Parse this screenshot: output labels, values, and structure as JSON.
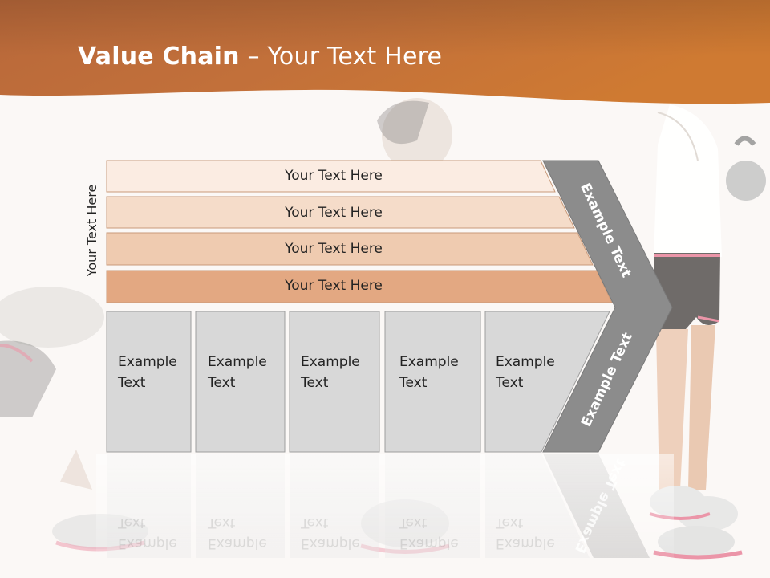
{
  "slide": {
    "title_bold": "Value Chain",
    "title_rest": " – Your Text Here",
    "side_label": "Your Text Here",
    "bars": [
      {
        "label": "Your Text Here",
        "fill": "#fbece2"
      },
      {
        "label": "Your Text Here",
        "fill": "#f5dcc9"
      },
      {
        "label": "Your Text Here",
        "fill": "#efcbb0"
      },
      {
        "label": "Your Text Here",
        "fill": "#e3a882"
      }
    ],
    "boxes": [
      {
        "line1": "Example",
        "line2": "Text"
      },
      {
        "line1": "Example",
        "line2": "Text"
      },
      {
        "line1": "Example",
        "line2": "Text"
      },
      {
        "line1": "Example",
        "line2": "Text"
      },
      {
        "line1": "Example",
        "line2": "Text"
      }
    ],
    "chevron_top_label": "Example Text",
    "chevron_bottom_label": "Example Text",
    "colors": {
      "header_orange": "#c46a2c",
      "chevron_gray": "#8c8c8c",
      "box_gray": "#d8d8d8",
      "text_dark": "#222222"
    }
  }
}
